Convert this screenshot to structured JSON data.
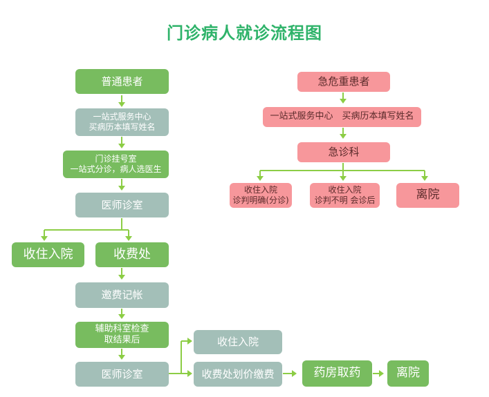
{
  "title": "门诊病人就诊流程图",
  "colors": {
    "title": "#2fb36a",
    "green_box": "#78bc5f",
    "gray_box": "#a3bfb8",
    "pink_box": "#f7979b",
    "connector": "#8ccd45"
  },
  "left_flow": {
    "ordinary_patient": "普通患者",
    "service_center": "一站式服务中心\n买病历本填写姓名",
    "registration": "门诊挂号室\n一站式分诊，病人选医生",
    "doctor_room_1": "医师诊室",
    "admit_1": "收住入院",
    "payment_1": "收费处",
    "billing": "邀费记帐",
    "auxiliary": "辅助科室检查\n取结果后",
    "doctor_room_2": "医师诊室",
    "admit_2": "收住入院",
    "payment_2": "收费处划价缴费",
    "pharmacy": "药房取药",
    "leave": "离院"
  },
  "right_flow": {
    "critical_patient": "急危重患者",
    "service_center": "一站式服务中心　买病历本填写姓名",
    "emergency": "急诊科",
    "admit_clear": "收住入院\n诊判明确(分诊)",
    "admit_unclear": "收住入院\n诊判不明 会诊后",
    "leave": "离院"
  }
}
